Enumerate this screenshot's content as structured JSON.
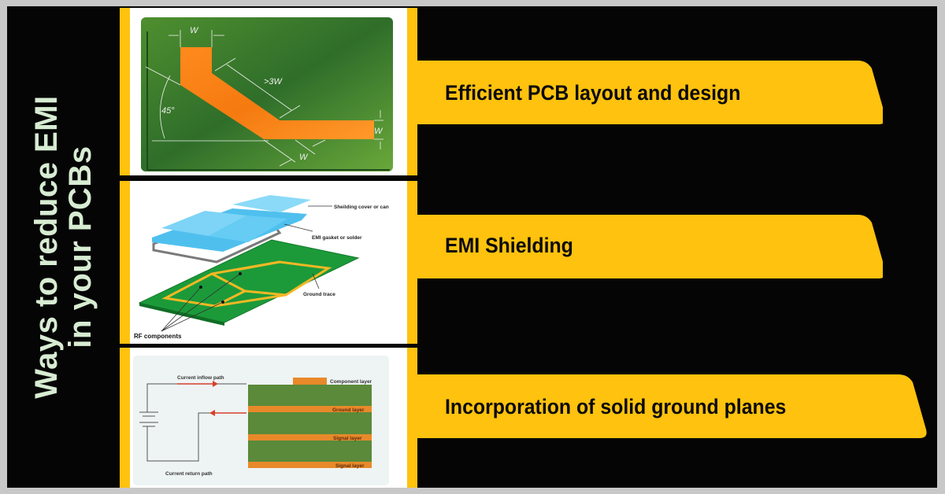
{
  "title": {
    "line1": "Ways to reduce EMI",
    "line2": "in your PCBs"
  },
  "colors": {
    "accent": "#ffc20e",
    "background": "#050505",
    "title_text": "#d7ecd2",
    "frame": "#c8c8c8"
  },
  "panels": [
    {
      "name": "trace-routing-diagram",
      "labels": {
        "width_top": "W",
        "spacing": ">3W",
        "angle": "45°",
        "width_right": "W",
        "width_bottom": "W"
      }
    },
    {
      "name": "shielding-diagram",
      "labels": {
        "cover": "Sheilding cover or can",
        "gasket": "EMI gasket or solder",
        "ground_trace": "Ground trace",
        "rf_components": "RF components"
      }
    },
    {
      "name": "ground-plane-diagram",
      "labels": {
        "inflow": "Current inflow path",
        "return": "Current return path",
        "component_layer": "Component layer",
        "ground_layer": "Ground layer",
        "signal_layer_1": "Signal layer",
        "signal_layer_2": "Signal layer"
      }
    }
  ],
  "banners": [
    {
      "label": "Efficient PCB layout and design"
    },
    {
      "label": "EMI Shielding"
    },
    {
      "label": "Incorporation of solid ground planes"
    }
  ]
}
